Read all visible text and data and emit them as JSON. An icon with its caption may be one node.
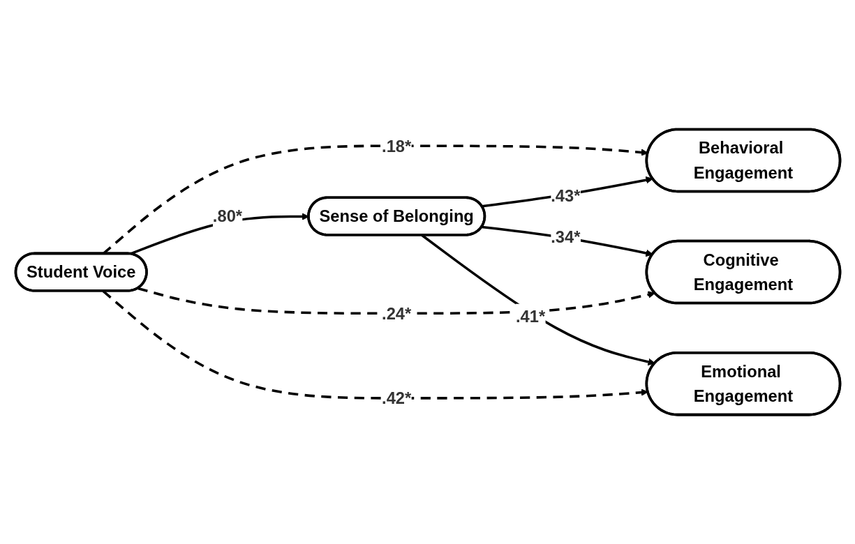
{
  "diagram": {
    "nodes": [
      {
        "text": [
          "Student Voice"
        ]
      },
      {
        "text": [
          "Sense of Belonging"
        ]
      },
      {
        "text": [
          "Behavioral Engagement"
        ]
      },
      {
        "text": [
          "Cognitive Engagement"
        ]
      },
      {
        "text": [
          "Emotional Engagement"
        ]
      }
    ],
    "edges": [
      {
        "from": 0,
        "to": 2,
        "arrow": "to",
        "label": ".18*",
        "style": "dashed"
      },
      {
        "from": 0,
        "to": 1,
        "arrow": "to",
        "label": ".80*"
      },
      {
        "from": 1,
        "to": 2,
        "arrow": "to",
        "label": ".43*"
      },
      {
        "from": 1,
        "to": 3,
        "arrow": "to",
        "label": ".34*"
      },
      {
        "from": 0,
        "to": 3,
        "arrow": "to",
        "label": ".24*",
        "style": "dashed"
      },
      {
        "from": 1,
        "to": 4,
        "arrow": "to",
        "label": ".41*"
      },
      {
        "from": 0,
        "to": 4,
        "arrow": "to",
        "label": ".42*",
        "style": "dashed"
      }
    ]
  }
}
